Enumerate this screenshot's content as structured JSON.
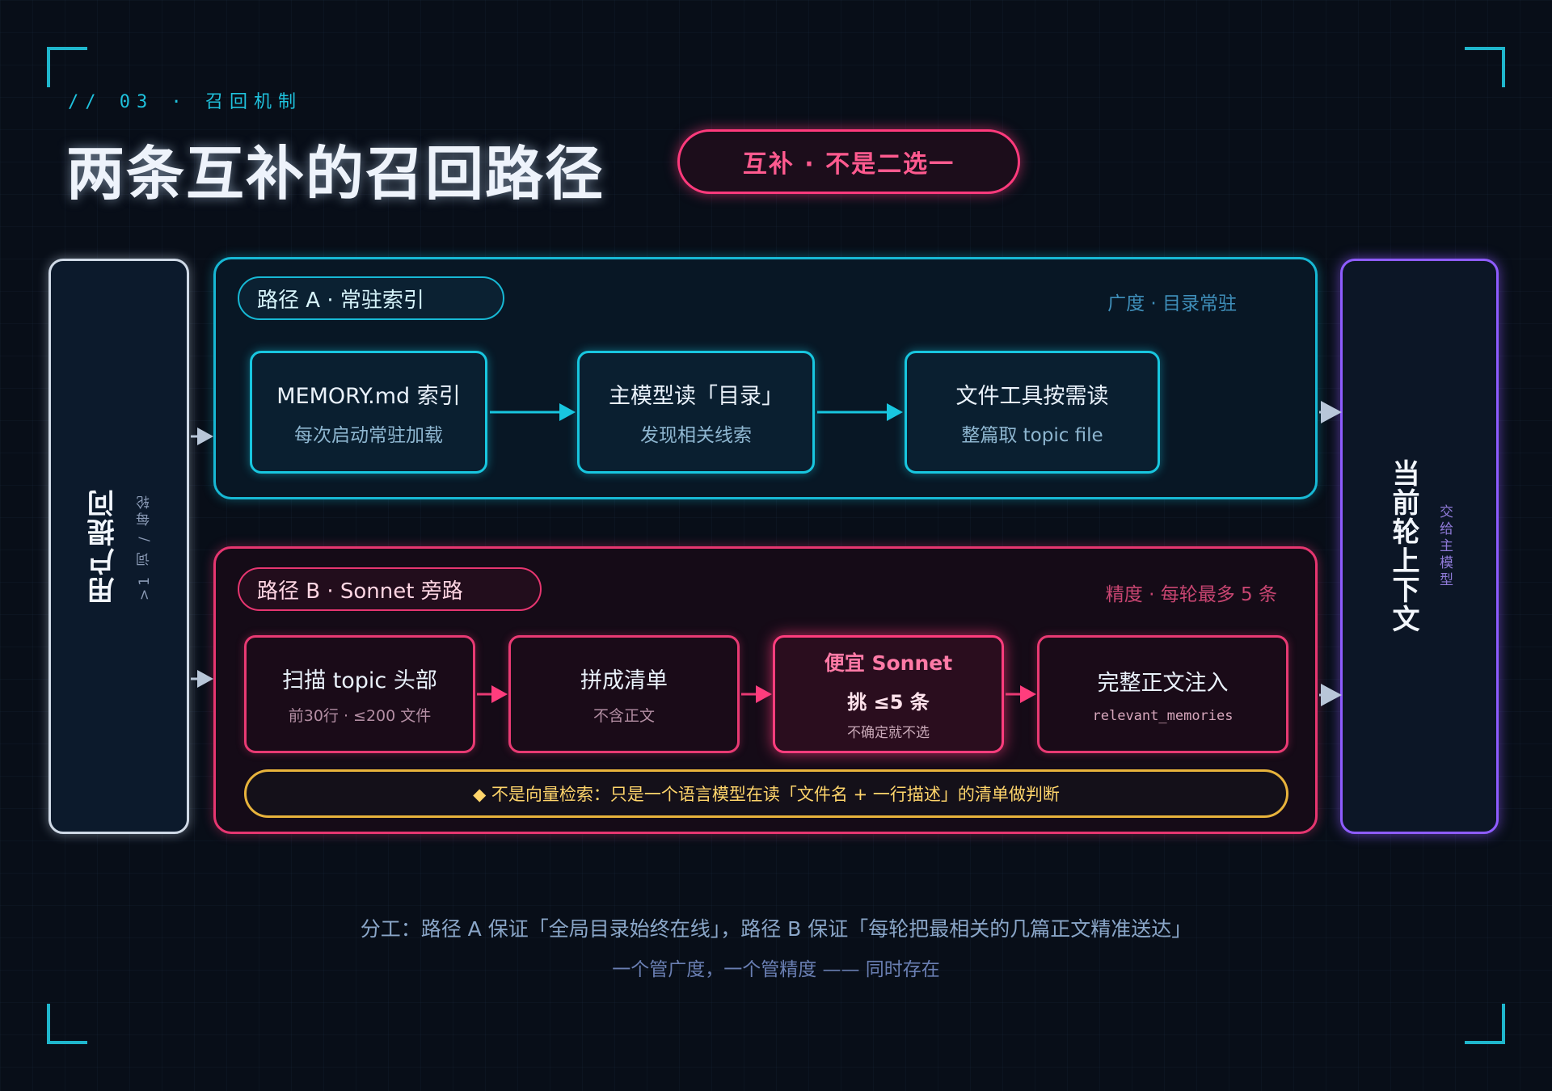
{
  "header": {
    "kicker": "// 03 · 召回机制",
    "title": "两条互补的召回路径",
    "tag": "互补 · 不是二选一"
  },
  "left": {
    "title": "用户提问",
    "subtitle": ">1 词 / 每轮"
  },
  "right": {
    "title": "当前轮上下文",
    "subtitle": "交给主模型"
  },
  "path_a": {
    "label": "路径 A · 常驻索引",
    "note": "广度 · 目录常驻",
    "nodes": [
      {
        "title": "MEMORY.md 索引",
        "sub": "每次启动常驻加载"
      },
      {
        "title": "主模型读「目录」",
        "sub": "发现相关线索"
      },
      {
        "title": "文件工具按需读",
        "sub": "整篇取 topic file"
      }
    ]
  },
  "path_b": {
    "label": "路径 B · Sonnet 旁路",
    "note": "精度 · 每轮最多 5 条",
    "nodes": [
      {
        "title": "扫描 topic 头部",
        "sub": "前30行 · ≤200 文件"
      },
      {
        "title": "拼成清单",
        "sub": "不含正文"
      },
      {
        "title": "便宜 Sonnet",
        "big": "挑 ≤5 条",
        "small": "不确定就不选"
      },
      {
        "title": "完整正文注入",
        "mono": "relevant_memories"
      }
    ],
    "hint": "◆ 不是向量检索：只是一个语言模型在读「文件名 + 一行描述」的清单做判断"
  },
  "footer": {
    "line1": "分工：路径 A 保证「全局目录始终在线」，路径 B 保证「每轮把最相关的几篇正文精准送达」",
    "line2": "一个管广度，一个管精度 —— 同时存在"
  },
  "colors": {
    "cyan": "#18c6df",
    "pink": "#e83a73",
    "purple": "#8e5cff",
    "gold": "#e8b33c",
    "gray": "#b8c6d8"
  }
}
